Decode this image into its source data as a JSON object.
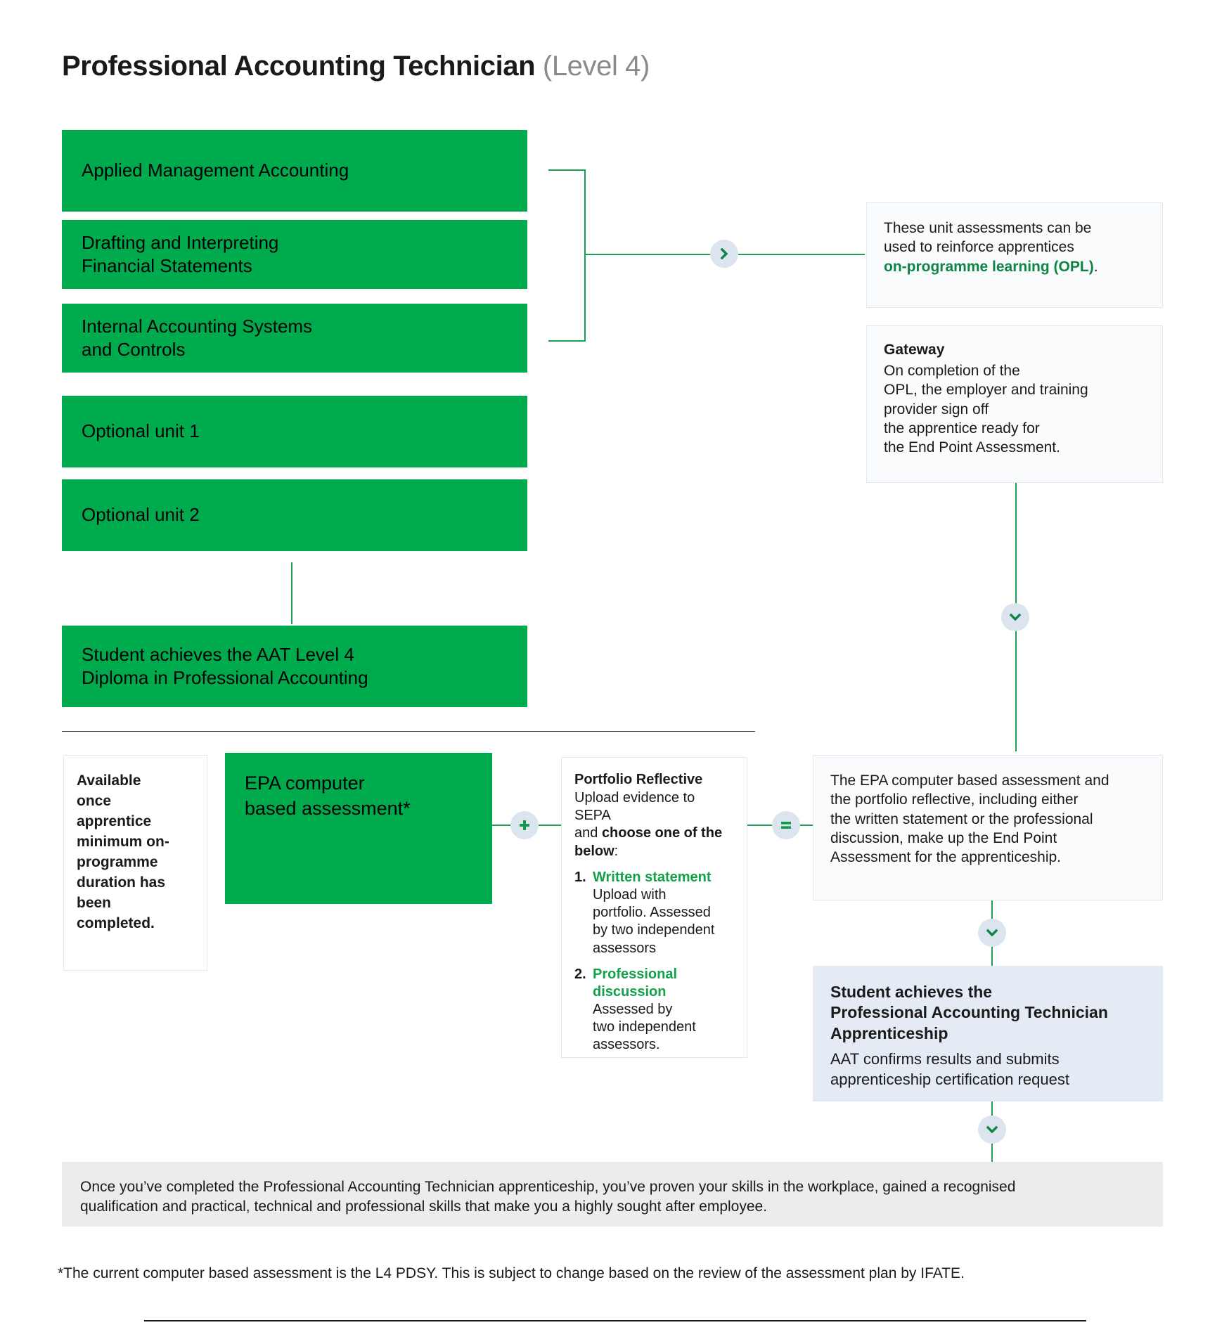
{
  "header": {
    "title": "Professional Accounting Technician",
    "level": "(Level 4)"
  },
  "units": [
    {
      "label": "Applied Management Accounting"
    },
    {
      "label": "Drafting and Interpreting\nFinancial Statements"
    },
    {
      "label": "Internal Accounting Systems\nand Controls"
    },
    {
      "label": "Optional unit 1"
    },
    {
      "label": "Optional unit 2"
    }
  ],
  "diploma": {
    "label": "Student achieves the AAT Level 4\nDiploma in Professional Accounting"
  },
  "opl_card": {
    "line1": "These unit assessments can be",
    "line2": "used to reinforce apprentices",
    "highlight": "on-programme learning (OPL)",
    "period": "."
  },
  "gateway_card": {
    "heading": "Gateway",
    "body": "On completion of the\nOPL, the employer and training\nprovider sign off\nthe apprentice ready for\nthe End Point Assessment."
  },
  "available_card": {
    "text": "Available\nonce\napprentice\nminimum on-\nprogramme\nduration has\nbeen\ncompleted."
  },
  "epa_box": {
    "label": "EPA computer\nbased assessment*"
  },
  "portfolio_card": {
    "heading": "Portfolio Reflective",
    "lead_a": "Upload evidence to SEPA",
    "lead_b": "and ",
    "lead_bold": "choose one of the below",
    "lead_c": ":",
    "items": [
      {
        "num": "1.",
        "title": "Written statement",
        "body": "Upload with\nportfolio. Assessed\nby two independent\nassessors"
      },
      {
        "num": "2.",
        "title": "Professional\ndiscussion",
        "body": "Assessed by\ntwo independent\nassessors."
      }
    ]
  },
  "epa_summary_card": {
    "body": "The EPA computer based assessment and\nthe portfolio reflective, including either\nthe written statement or the professional\ndiscussion, make up the End Point\nAssessment for the apprenticeship."
  },
  "achievement_card": {
    "heading": "Student achieves the\nProfessional Accounting Technician\nApprenticeship",
    "body": "AAT confirms results and submits\napprenticeship certification request"
  },
  "banner": {
    "text": "Once you’ve completed the Professional Accounting Technician apprenticeship, you’ve proven your skills in the workplace, gained a recognised\nqualification and practical, technical and professional skills that make you a highly sought after employee."
  },
  "footnote": {
    "text": "*The current computer based assessment is the L4 PDSY. This is subject to change based on the review of the assessment plan by IFATE."
  },
  "icons": {
    "right_chevron": "chevron-right-icon",
    "down_chevron": "chevron-down-icon",
    "plus": "plus-icon",
    "equals": "equals-icon"
  },
  "colors": {
    "green": "#00AB4E",
    "dark_green": "#0E8544",
    "line_green": "#1E9E52",
    "card_bg": "#FAFBFD",
    "blue_card_bg": "#E5EBF5",
    "banner_bg": "#ECECEC",
    "icon_circle_bg": "#DCE5EF"
  }
}
